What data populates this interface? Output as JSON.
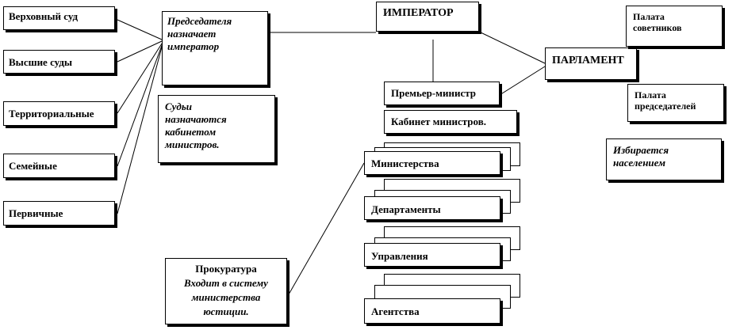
{
  "courts": {
    "supreme": "Верховный суд",
    "high": "Высшие  суды",
    "territorial": "Территориальные",
    "family": "Семейные",
    "primary": "Первичные"
  },
  "chairmen_note": [
    "Председателя",
    "назначает",
    "император"
  ],
  "judges_note": [
    "Судьи",
    "назначаются",
    "кабинетом",
    "министров."
  ],
  "emperor": "ИМПЕРАТОР",
  "parliament": "ПАРЛАМЕНТ",
  "council_chamber": [
    "Палата",
    "советников"
  ],
  "chamber_of_chairmen": [
    "Палата",
    "председателей"
  ],
  "elected_note": [
    "Избирается",
    "населением"
  ],
  "prime_minister": "Премьер-министр",
  "cabinet": "Кабинет министров.",
  "ministries": "Министерства",
  "departments": "Департаменты",
  "directorates": "Управления",
  "agencies": "Агентства",
  "prosecutor": {
    "title": "Прокуратура",
    "note": [
      "Входит в систему",
      "министерства",
      "юстиции."
    ]
  }
}
